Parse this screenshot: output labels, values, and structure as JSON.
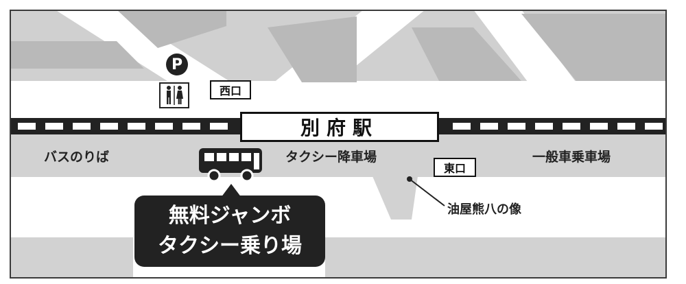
{
  "station": {
    "name": "別府駅"
  },
  "exits": {
    "west": "西口",
    "east": "東口"
  },
  "areas": {
    "bus_stop": "バスのりば",
    "taxi_dropoff": "タクシー降車場",
    "general_dropoff": "一般車乗車場"
  },
  "landmark": {
    "statue": "油屋熊八の像"
  },
  "callout": {
    "line1": "無料ジャンボ",
    "line2": "タクシー乗り場"
  },
  "icons": {
    "parking": {
      "name": "parking-icon",
      "letter": "P"
    },
    "restroom": {
      "name": "restroom-icon"
    },
    "bus": {
      "name": "bus-icon"
    }
  },
  "colors": {
    "road": "#d2d2d2",
    "block": "#b6b6b6",
    "ink": "#222222"
  }
}
